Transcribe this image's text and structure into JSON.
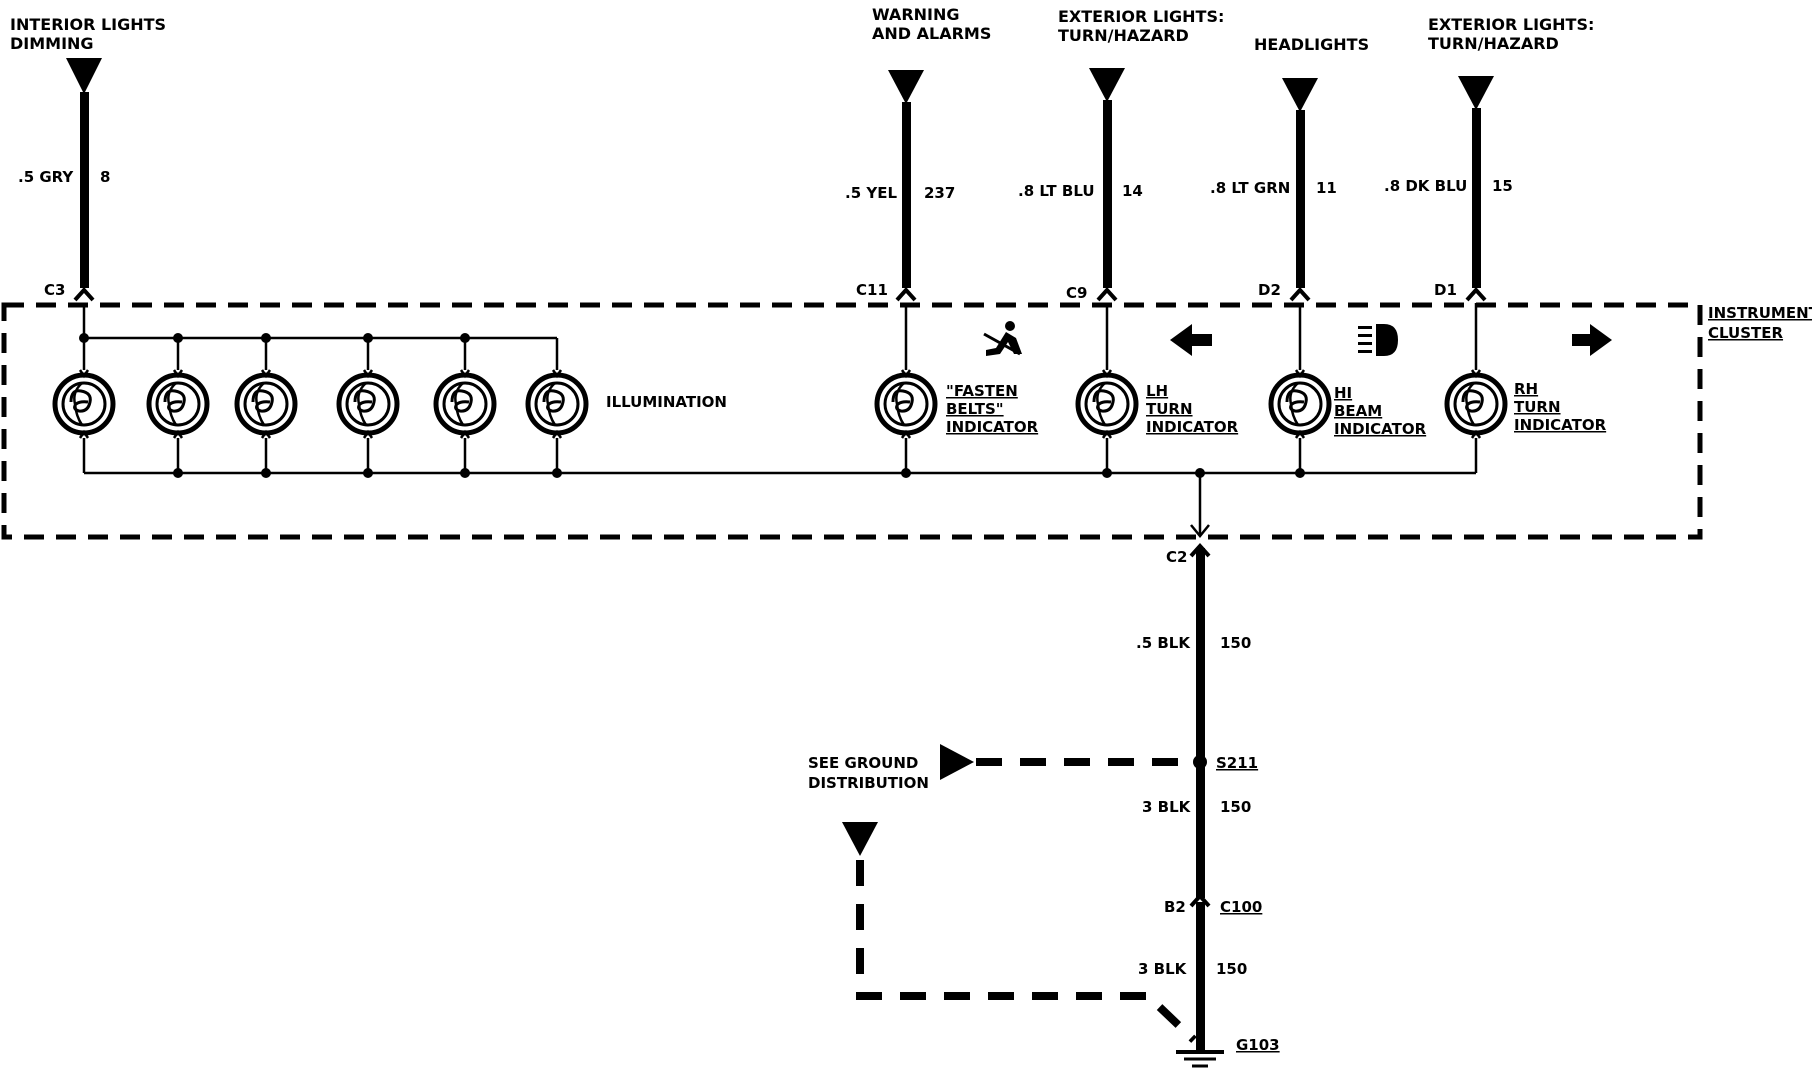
{
  "circuits": [
    {
      "heading": [
        "INTERIOR LIGHTS",
        "DIMMING"
      ],
      "wire": ".5 GRY",
      "number": "8",
      "connector": "C3"
    },
    {
      "heading": [
        "WARNING",
        "AND ALARMS"
      ],
      "wire": ".5 YEL",
      "number": "237",
      "connector": "C11"
    },
    {
      "heading": [
        "EXTERIOR LIGHTS:",
        "TURN/HAZARD"
      ],
      "wire": ".8 LT BLU",
      "number": "14",
      "connector": "C9"
    },
    {
      "heading": [
        "HEADLIGHTS",
        ""
      ],
      "wire": ".8 LT GRN",
      "number": "11",
      "connector": "D2"
    },
    {
      "heading": [
        "EXTERIOR LIGHTS:",
        "TURN/HAZARD"
      ],
      "wire": ".8 DK BLU",
      "number": "15",
      "connector": "D1"
    }
  ],
  "cluster": {
    "label": [
      "INSTRUMENT",
      "CLUSTER"
    ]
  },
  "illumination_label": "ILLUMINATION",
  "indicators": {
    "fasten_belts": [
      "\"FASTEN",
      "BELTS\"",
      "INDICATOR"
    ],
    "lh_turn": [
      "LH",
      "TURN",
      "INDICATOR"
    ],
    "hi_beam": [
      "HI",
      "BEAM",
      "INDICATOR"
    ],
    "rh_turn": [
      "RH",
      "TURN",
      "INDICATOR"
    ]
  },
  "ground_path": {
    "c2": "C2",
    "wire1": ".5 BLK",
    "num1": "150",
    "splice": "S211",
    "see_ground": [
      "SEE GROUND",
      "DISTRIBUTION"
    ],
    "wire2": "3 BLK",
    "num2": "150",
    "b2": "B2",
    "c100": "C100",
    "wire3": "3 BLK",
    "num3": "150",
    "ground": "G103"
  }
}
